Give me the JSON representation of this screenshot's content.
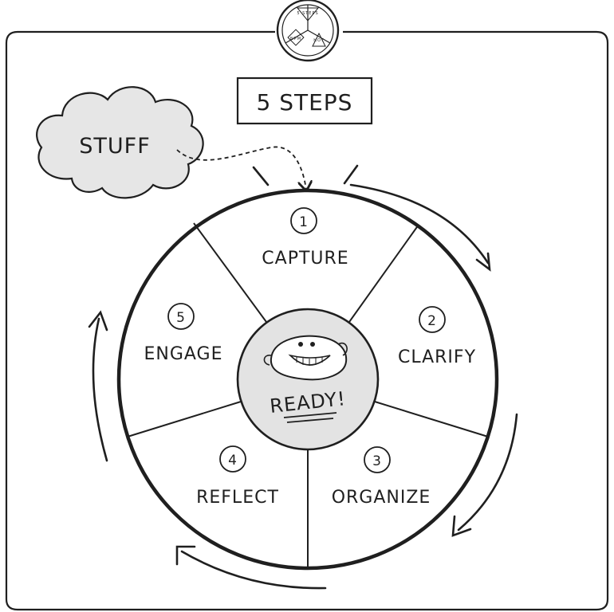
{
  "diagram": {
    "title": "5 STEPS",
    "input_label": "STUFF",
    "center_label": "READY!",
    "steps": [
      {
        "number": "1",
        "label": "CAPTURE"
      },
      {
        "number": "2",
        "label": "CLARIFY"
      },
      {
        "number": "3",
        "label": "ORGANIZE"
      },
      {
        "number": "4",
        "label": "REFLECT"
      },
      {
        "number": "5",
        "label": "ENGAGE"
      }
    ]
  },
  "badge": {
    "top": "5 STEPS",
    "left": "NPM",
    "right": "HOY"
  },
  "colors": {
    "ink": "#1f1f1f",
    "cloud_fill": "#e6e6e6",
    "hub_fill": "#e3e3e3",
    "paper": "#ffffff"
  }
}
